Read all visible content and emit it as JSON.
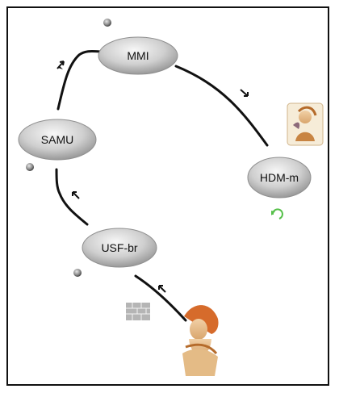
{
  "diagram": {
    "nodes": [
      {
        "id": "mmi",
        "label": "MMI"
      },
      {
        "id": "samu",
        "label": "SAMU"
      },
      {
        "id": "hdm",
        "label": "HDM-m"
      },
      {
        "id": "usf",
        "label": "USF-br"
      }
    ],
    "edges": [
      {
        "from": "samu",
        "to": "mmi"
      },
      {
        "from": "mmi",
        "to": "hdm"
      },
      {
        "from": "usf",
        "to": "samu"
      },
      {
        "from": "person",
        "to": "usf"
      }
    ],
    "icons": {
      "status_dot": "gray-circle-icon",
      "refresh": "green-refresh-icon",
      "firewall": "brick-wall-icon",
      "portrait": "angel-portrait-icon",
      "figure": "venus-figure-icon"
    },
    "colors": {
      "node_fill_light": "#f2f2f2",
      "node_fill_dark": "#9a9a9a",
      "edge": "#111111",
      "refresh": "#56c04a",
      "wall": "#9a9a9a"
    }
  }
}
